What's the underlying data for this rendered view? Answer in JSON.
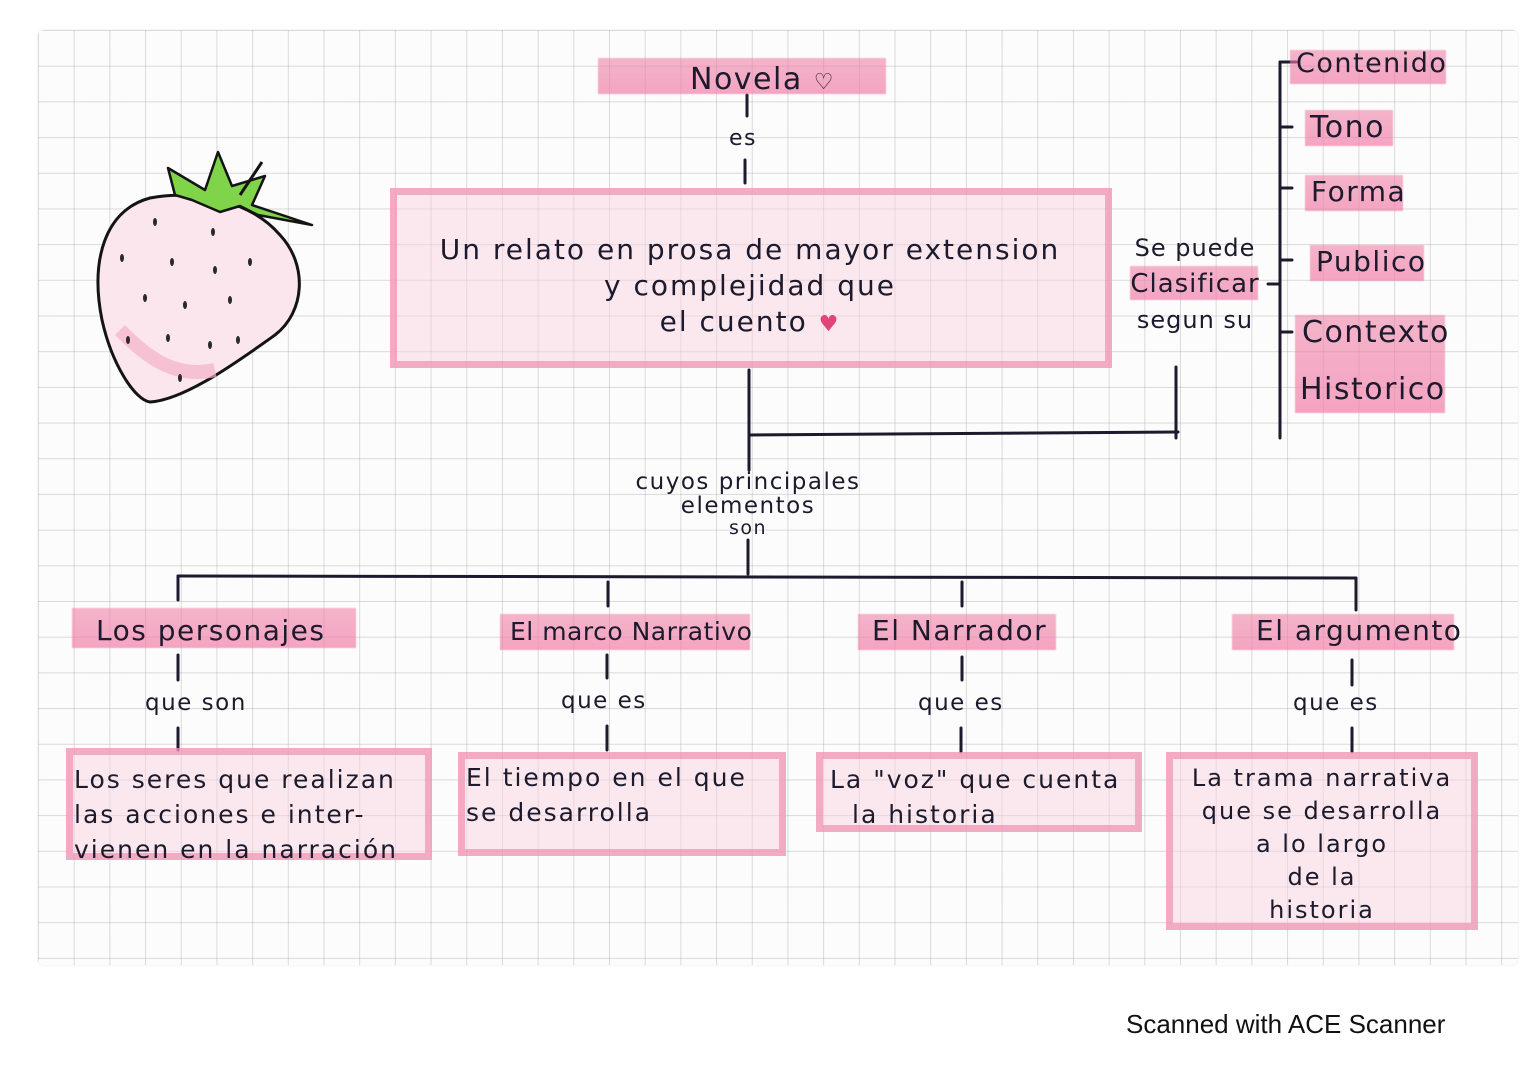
{
  "title": "Novela",
  "title_heart": "♡",
  "link_es": "es",
  "definition_lines": [
    "Un relato en prosa de mayor extension",
    "y complejidad que",
    "el cuento"
  ],
  "definition_heart": "♥",
  "classify": [
    "Se puede",
    "Clasificar",
    "segun su"
  ],
  "criteria": [
    "Contenido",
    "Tono",
    "Forma",
    "Publico",
    "Contexto",
    "Historico"
  ],
  "middle_phrase": [
    "cuyos principales",
    "elementos",
    "son"
  ],
  "elements": [
    {
      "label": "Los personajes",
      "link": "que son",
      "lines": [
        "Los seres que realizan",
        "las acciones e inter-",
        "vienen en la narración"
      ]
    },
    {
      "label": "El marco Narrativo",
      "link": "que es",
      "lines": [
        "El tiempo en el que",
        "se desarrolla"
      ]
    },
    {
      "label": "El Narrador",
      "link": "que es",
      "lines": [
        "La \"voz\" que cuenta",
        "la historia"
      ]
    },
    {
      "label": "El argumento",
      "link": "que es",
      "lines": [
        "La trama narrativa",
        "que se desarrolla",
        "a lo largo",
        "de la",
        "historia"
      ]
    }
  ],
  "footer": "Scanned with ACE Scanner",
  "colors": {
    "highlight": "#ef8cb0",
    "ink": "#1c1a2c",
    "strawberry_leaf": "#5fbf2e",
    "grid": "#a0a0a5"
  },
  "icons": [
    "strawberry-icon",
    "heart-icon"
  ]
}
